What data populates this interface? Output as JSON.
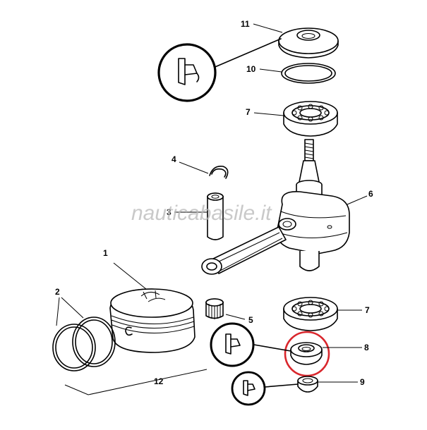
{
  "watermark": "nauticabasile.it",
  "callouts": [
    {
      "id": "label-1",
      "text": "1"
    },
    {
      "id": "label-2",
      "text": "2"
    },
    {
      "id": "label-3",
      "text": "3"
    },
    {
      "id": "label-4",
      "text": "4"
    },
    {
      "id": "label-5",
      "text": "5"
    },
    {
      "id": "label-6",
      "text": "6"
    },
    {
      "id": "label-7-top",
      "text": "7"
    },
    {
      "id": "label-7-bottom",
      "text": "7"
    },
    {
      "id": "label-8",
      "text": "8"
    },
    {
      "id": "label-9",
      "text": "9"
    },
    {
      "id": "label-10",
      "text": "10"
    },
    {
      "id": "label-11",
      "text": "11"
    },
    {
      "id": "label-12",
      "text": "12"
    }
  ],
  "highlight": {
    "part": "8",
    "color": "#d9262c"
  },
  "icons": [
    "lubricant-tube-icon",
    "lubricant-tube-icon",
    "lubricant-tube-icon"
  ]
}
